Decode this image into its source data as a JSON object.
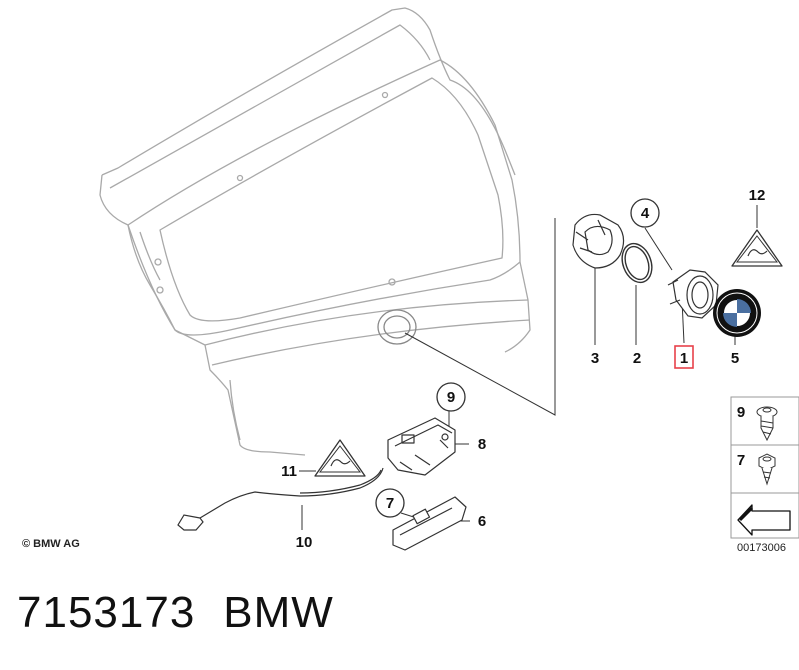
{
  "callouts": {
    "c1": "1",
    "c2": "2",
    "c3": "3",
    "c4": "4",
    "c5": "5",
    "c6": "6",
    "c7": "7",
    "c8": "8",
    "c9": "9",
    "c10": "10",
    "c11": "11",
    "c12": "12"
  },
  "legend": {
    "l9": "9",
    "l7": "7"
  },
  "copyright": "© BMW AG",
  "diagram_code": "00173006",
  "footer": {
    "part_number": "7153173",
    "brand": "BMW"
  },
  "colors": {
    "highlight": "#e8414a",
    "line": "#333333",
    "body_line": "#9a9a9a"
  }
}
